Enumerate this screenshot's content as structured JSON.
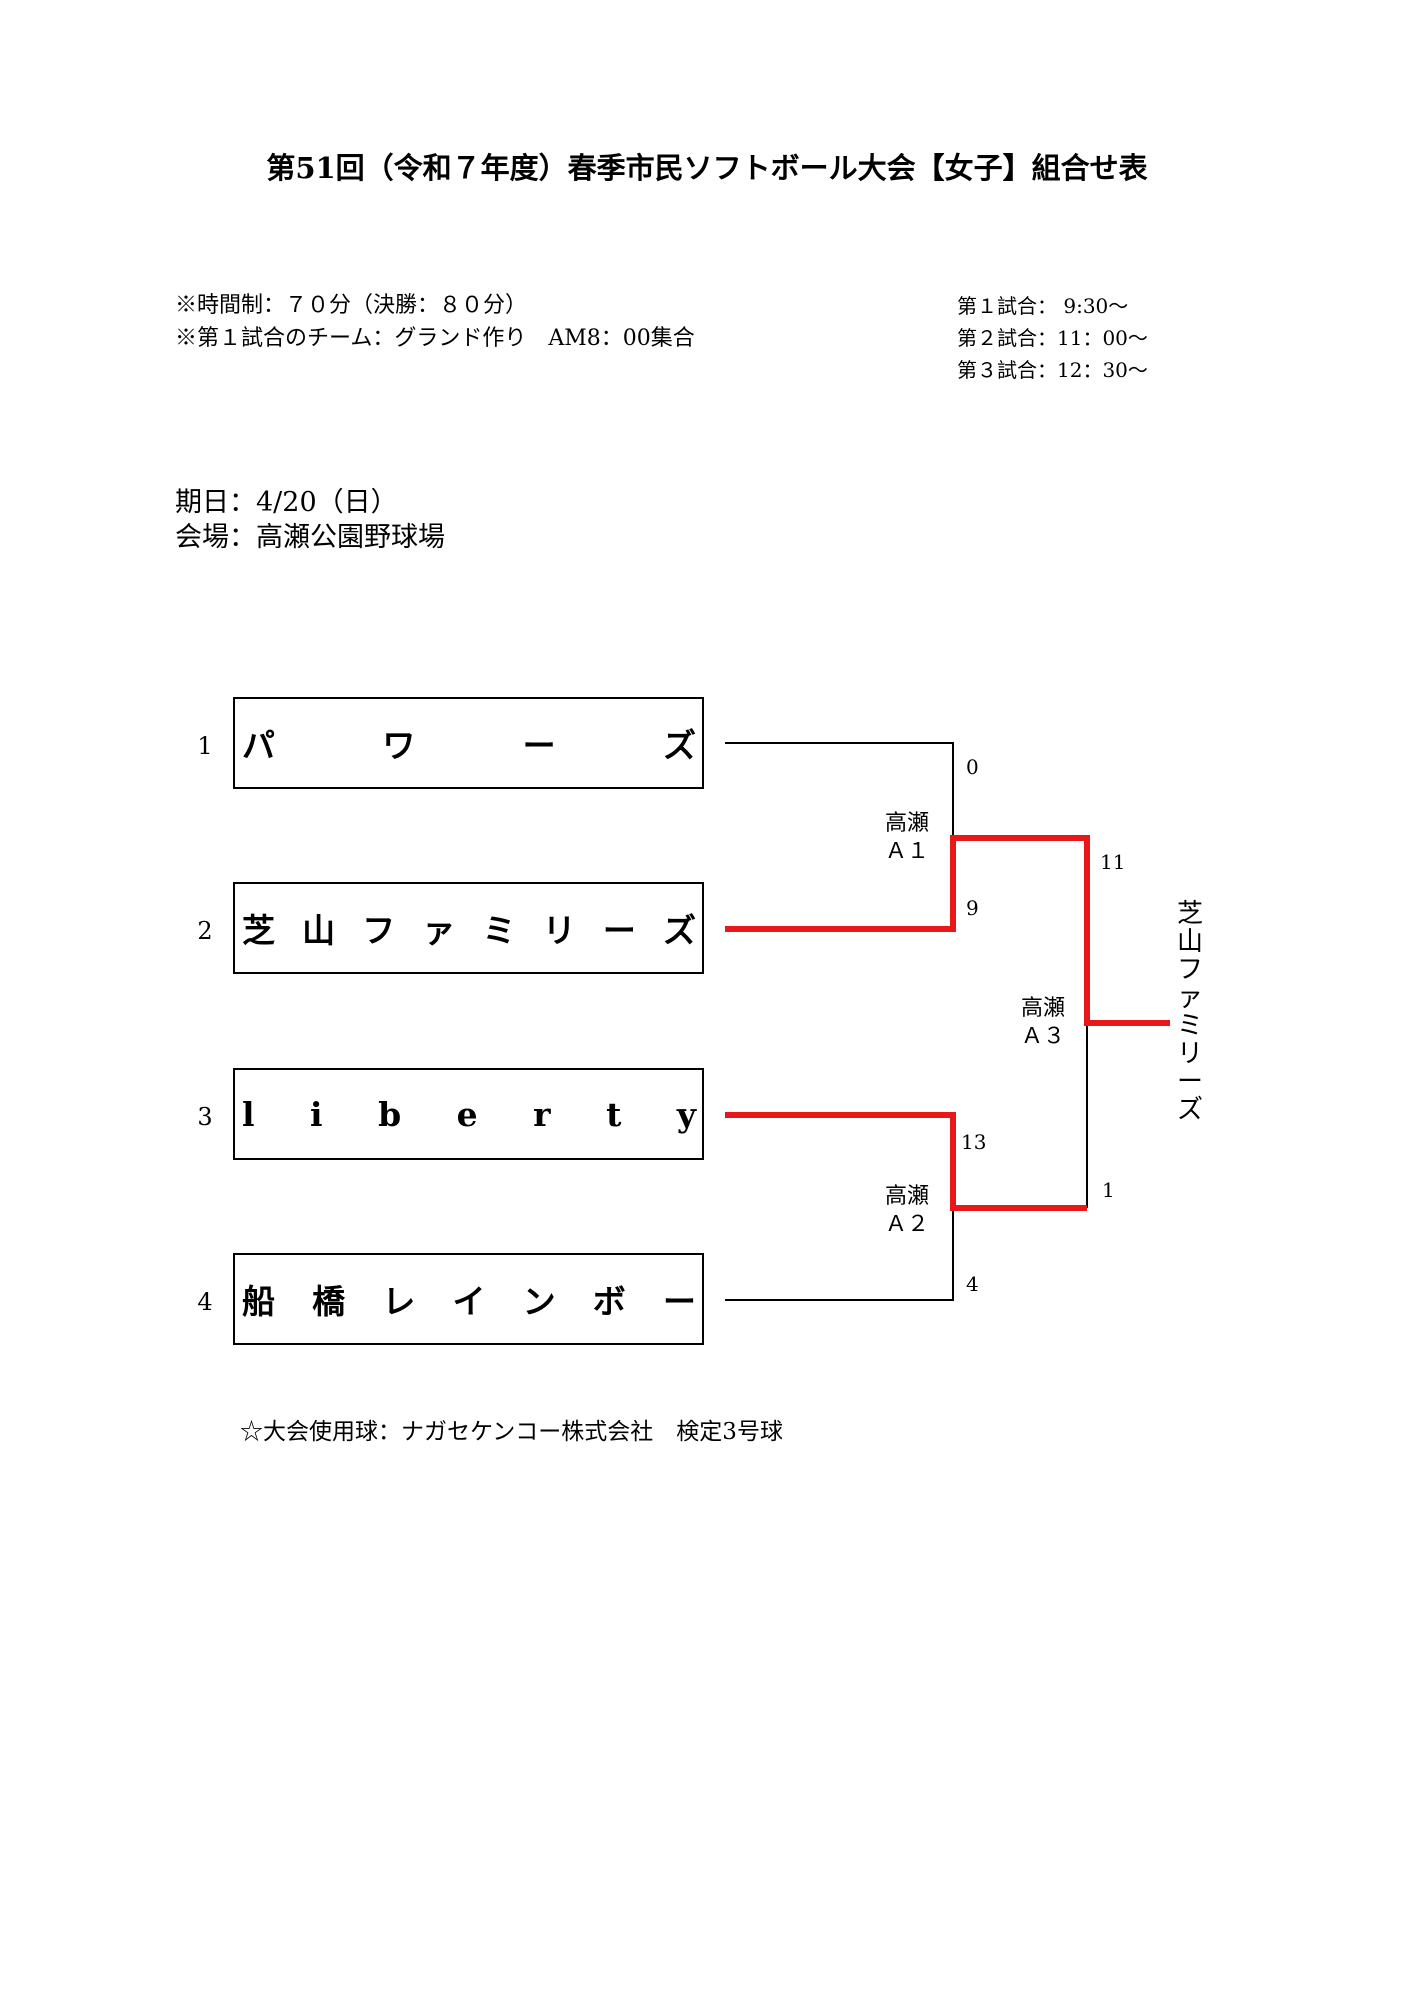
{
  "title": "第51回（令和７年度）春季市民ソフトボール大会【女子】組合せ表",
  "notes": [
    "※時間制：７０分（決勝：８０分）",
    "※第１試合のチーム：グランド作り　AM8：00集合"
  ],
  "schedule": [
    "第１試合：  9:30～",
    "第２試合：11：00～",
    "第３試合：12：30～"
  ],
  "date": "期日：4/20（日）",
  "venue": "会場：高瀬公園野球場",
  "teams": [
    {
      "seed": "1",
      "chars": [
        "パ",
        "ワ",
        "ー",
        "ズ"
      ]
    },
    {
      "seed": "2",
      "chars": [
        "芝",
        "山",
        "フ",
        "ァ",
        "ミ",
        "リ",
        "ー",
        "ズ"
      ]
    },
    {
      "seed": "3",
      "chars": [
        "l",
        "i",
        "b",
        "e",
        "r",
        "t",
        "y"
      ]
    },
    {
      "seed": "4",
      "chars": [
        "船",
        "橋",
        "レ",
        "イ",
        "ン",
        "ボ",
        "ー"
      ]
    }
  ],
  "matches": {
    "m1": {
      "venue_line1": "高瀬",
      "venue_line2": "Ａ１",
      "score_top": "0",
      "score_bottom": "9"
    },
    "m2": {
      "venue_line1": "高瀬",
      "venue_line2": "Ａ２",
      "score_top": "13",
      "score_bottom": "4"
    },
    "final": {
      "venue_line1": "高瀬",
      "venue_line2": "Ａ３",
      "score_top": "11",
      "score_bottom": "1"
    }
  },
  "winner_chars": [
    "芝",
    "山",
    "フ",
    "ァ",
    "ミ",
    "リ",
    "ー",
    "ズ"
  ],
  "footer": "☆大会使用球：ナガセケンコー株式会社　検定3号球",
  "colors": {
    "line": "#000000",
    "win_line": "#e81818"
  }
}
